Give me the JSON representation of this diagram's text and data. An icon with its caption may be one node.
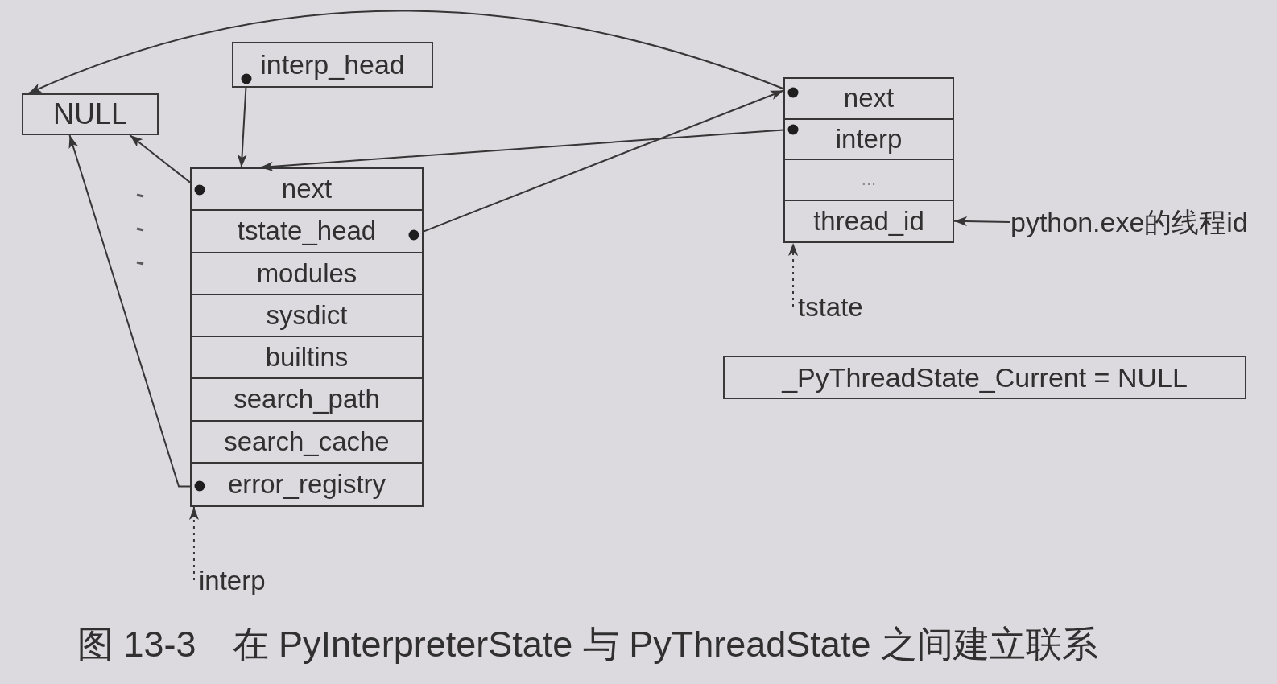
{
  "diagram": {
    "caption": "图 13-3　在 PyInterpreterState 与 PyThreadState 之间建立联系",
    "nodes": [
      {
        "text": [
          "NULL"
        ]
      },
      {
        "text": [
          "interp_head"
        ]
      },
      {
        "text": [],
        "shape": "box"
      },
      {
        "text": [
          "next"
        ],
        "in": 2
      },
      {
        "text": [
          "tstate_head"
        ],
        "in": 2
      },
      {
        "text": [
          "modules"
        ],
        "in": 2
      },
      {
        "text": [
          "sysdict"
        ],
        "in": 2
      },
      {
        "text": [
          "builtins"
        ],
        "in": 2
      },
      {
        "text": [
          "search_path"
        ],
        "in": 2
      },
      {
        "text": [
          "search_cache"
        ],
        "in": 2
      },
      {
        "text": [
          "error_registry"
        ],
        "in": 2
      },
      {
        "text": [],
        "shape": "box"
      },
      {
        "text": [
          "next"
        ],
        "in": 11
      },
      {
        "text": [
          "interp"
        ],
        "in": 11
      },
      {
        "text": [
          "..."
        ],
        "in": 11
      },
      {
        "text": [
          "thread_id"
        ],
        "in": 11
      },
      {
        "text": [
          "python.exe的线程id"
        ]
      },
      {
        "text": [
          "tstate"
        ]
      },
      {
        "text": [
          "interp"
        ]
      },
      {
        "text": [
          "_PyThreadState_Current = NULL"
        ]
      }
    ],
    "edges": [
      {
        "from": 3,
        "to": 0,
        "arrow": "to"
      },
      {
        "from": 1,
        "to": 2,
        "arrow": "to"
      },
      {
        "from": 4,
        "to": 11,
        "arrow": "to"
      },
      {
        "from": 12,
        "to": 0,
        "arrow": "to"
      },
      {
        "from": 13,
        "to": 2,
        "arrow": "to"
      },
      {
        "from": 10,
        "to": 0,
        "arrow": "to"
      },
      {
        "from": 16,
        "to": 15,
        "arrow": "to"
      },
      {
        "from": 17,
        "to": 11,
        "arrow": "to",
        "style": "dashed"
      },
      {
        "from": 18,
        "to": 2,
        "arrow": "to",
        "style": "dashed"
      }
    ]
  }
}
